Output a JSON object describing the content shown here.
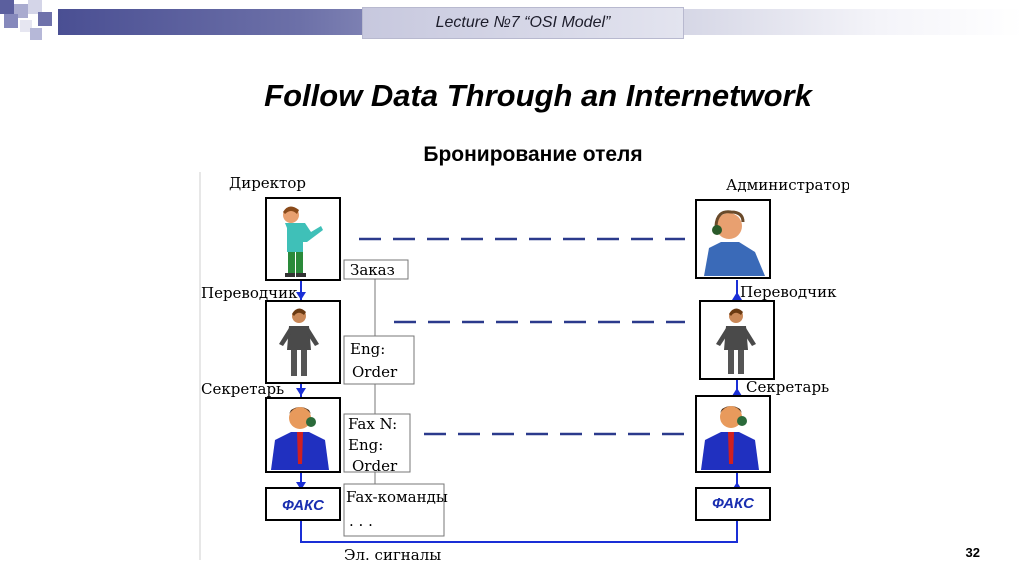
{
  "header": {
    "lecture": "Lecture  №7 “OSI Model”"
  },
  "slide": {
    "title": "Follow Data Through an Internetwork",
    "subtitle": "Бронирование отеля",
    "number": "32"
  },
  "diagram": {
    "left": {
      "director": "Директор",
      "translator": "Переводчик",
      "secretary": "Секретарь",
      "fax": "ФАКС"
    },
    "right": {
      "administrator": "Администратор",
      "translator": "Переводчик",
      "secretary": "Секретарь",
      "fax": "ФАКС"
    },
    "messages": {
      "order": "Заказ",
      "eng": "Eng:",
      "order_en": "Order",
      "fax_n": "Fax N:",
      "eng2": "Eng:",
      "order_en2": "Order",
      "fax_commands": "Fax-команды",
      "dots": ". . .",
      "signals": "Эл. сигналы"
    }
  }
}
